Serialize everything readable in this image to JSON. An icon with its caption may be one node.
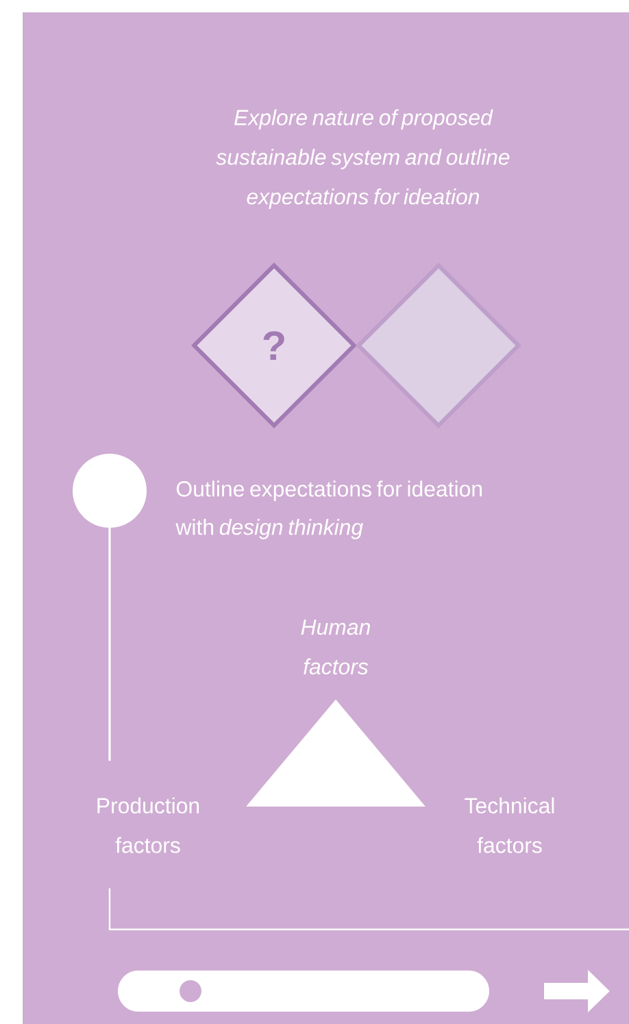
{
  "diagram": {
    "nodes": [
      {
        "text": [
          "?"
        ]
      },
      {
        "text": [],
        "shape": "diamond"
      },
      {
        "text": [],
        "shape": "triangle"
      }
    ],
    "labels": [
      "Explore nature of proposed sustainable system and outline expectations for ideation",
      "Outline expectations for ideation with *design thinking*",
      "Human factors",
      "Production factors",
      "Technical factors"
    ]
  }
}
